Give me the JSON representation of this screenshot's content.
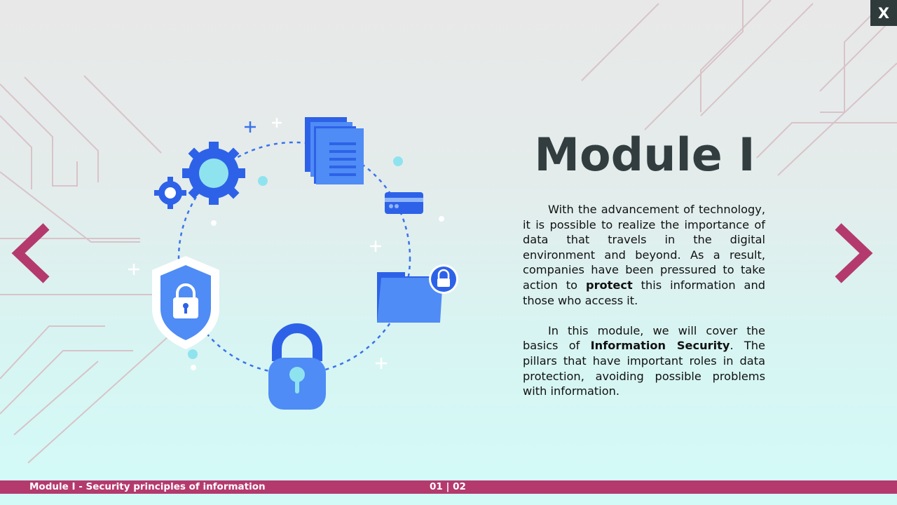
{
  "close_button": {
    "label": "X"
  },
  "navigation": {
    "prev_icon": "chevron-left",
    "next_icon": "chevron-right",
    "arrow_color": "#b43a6e"
  },
  "slide": {
    "title": "Module I",
    "paragraph1": {
      "before": "With the advancement of technology, it is possible to realize the importance of data that travels in the digital environment and beyond. As a result, companies have been pressured to take action to ",
      "bold": "protect",
      "after": " this information and those who access it."
    },
    "paragraph2": {
      "before": "In this module, we will cover the basics of ",
      "bold": "Information Security",
      "after": ". The pillars that have important roles in data protection, avoiding possible problems with information."
    }
  },
  "illustration": {
    "icons": [
      "gear-icon",
      "documents-icon",
      "credit-card-icon",
      "folder-lock-icon",
      "padlock-icon",
      "shield-lock-icon"
    ],
    "accent": "#3a73ea"
  },
  "footer": {
    "title": "Module I - Security principles of information",
    "page": "01 | 02",
    "color": "#b43a6e"
  }
}
